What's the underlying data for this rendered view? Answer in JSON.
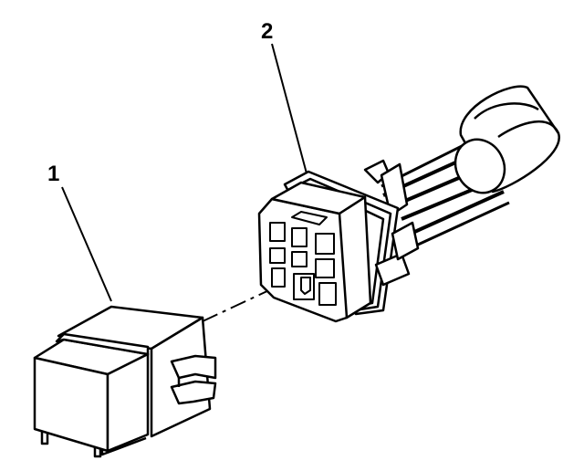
{
  "callouts": [
    {
      "id": "1",
      "label": "1"
    },
    {
      "id": "2",
      "label": "2"
    }
  ],
  "colors": {
    "line": "#000000",
    "fill": "#ffffff"
  }
}
